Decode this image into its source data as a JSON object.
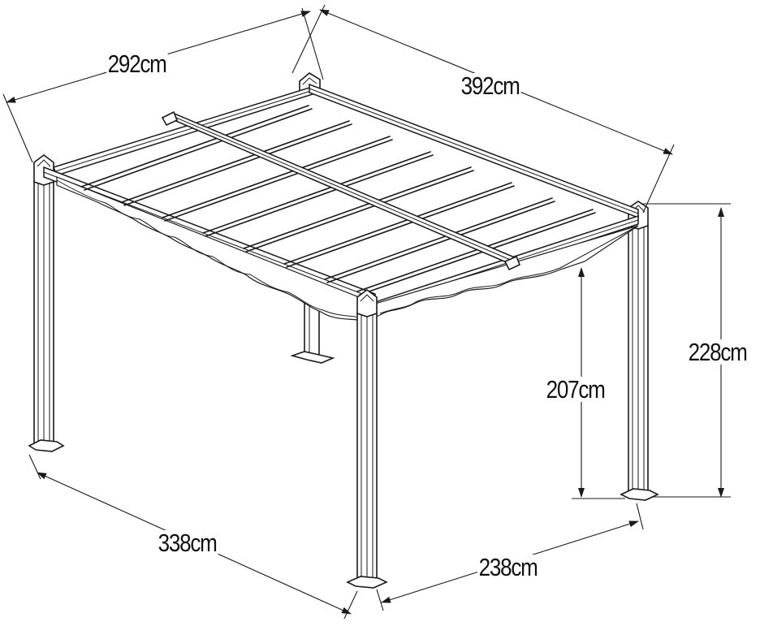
{
  "dimensions": {
    "top_depth": "292cm",
    "top_width": "392cm",
    "total_height": "228cm",
    "clear_height": "207cm",
    "base_width": "338cm",
    "base_depth": "238cm"
  }
}
